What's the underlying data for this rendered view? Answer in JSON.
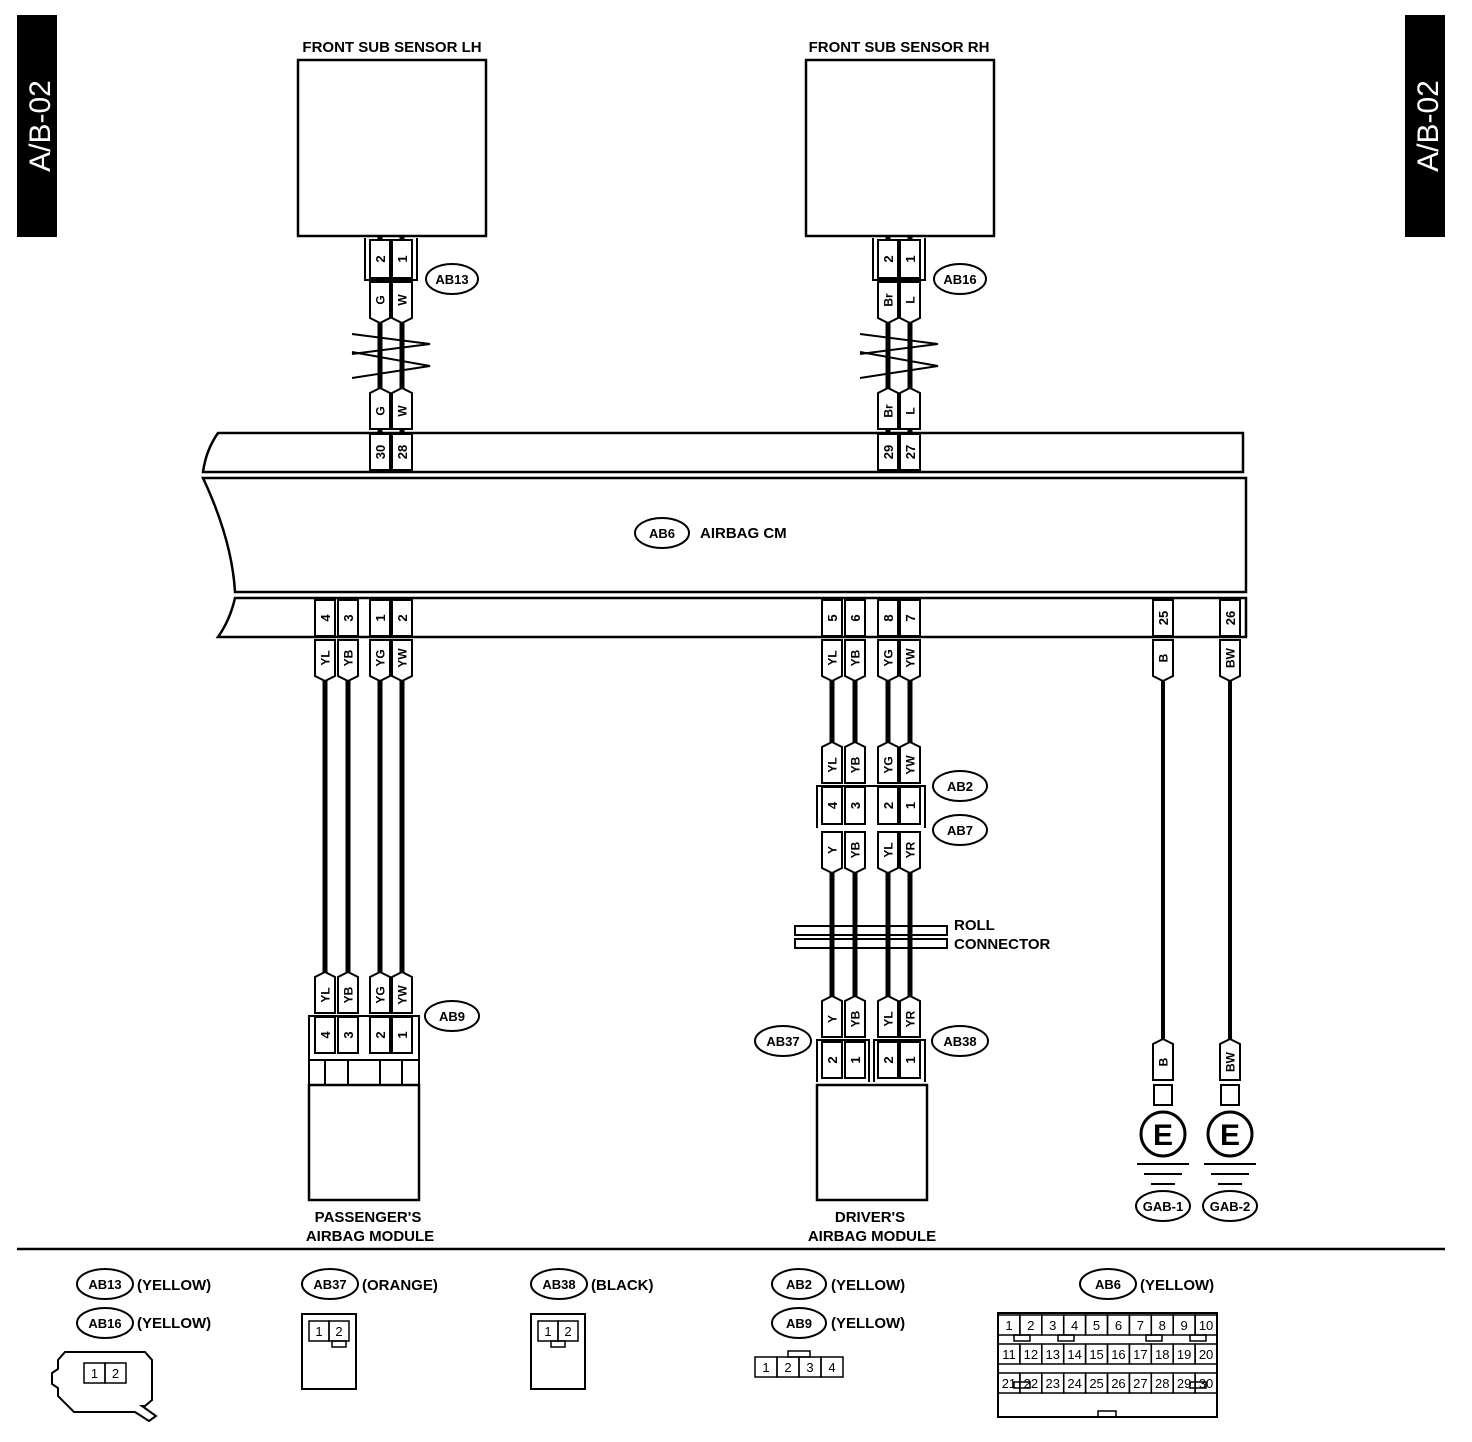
{
  "page_tag": "A/B-02",
  "components": {
    "front_sub_sensor_lh": "FRONT SUB SENSOR LH",
    "front_sub_sensor_rh": "FRONT SUB SENSOR RH",
    "airbag_cm": "AIRBAG CM",
    "passenger_module_1": "PASSENGER'S",
    "passenger_module_2": "AIRBAG MODULE",
    "driver_module_1": "DRIVER'S",
    "driver_module_2": "AIRBAG MODULE",
    "roll_connector_1": "ROLL",
    "roll_connector_2": "CONNECTOR"
  },
  "connectors": {
    "ab13": "AB13",
    "ab16": "AB16",
    "ab6": "AB6",
    "ab2": "AB2",
    "ab7": "AB7",
    "ab9": "AB9",
    "ab37": "AB37",
    "ab38": "AB38",
    "gab1": "GAB-1",
    "gab2": "GAB-2"
  },
  "ground_symbol": "E",
  "lh_sensor": {
    "pins": [
      "2",
      "1"
    ],
    "wires": [
      "G",
      "W"
    ],
    "cm_pins": [
      "30",
      "28"
    ]
  },
  "rh_sensor": {
    "pins": [
      "2",
      "1"
    ],
    "wires": [
      "Br",
      "L"
    ],
    "cm_pins": [
      "29",
      "27"
    ]
  },
  "passenger": {
    "cm_pins": [
      "4",
      "3",
      "1",
      "2"
    ],
    "wires": [
      "YL",
      "YB",
      "YG",
      "YW"
    ],
    "ab9_pins": [
      "4",
      "3",
      "2",
      "1"
    ]
  },
  "driver": {
    "cm_pins": [
      "5",
      "6",
      "8",
      "7"
    ],
    "wires_top": [
      "YL",
      "YB",
      "YG",
      "YW"
    ],
    "ab2_pins": [
      "4",
      "3",
      "2",
      "1"
    ],
    "wires_mid": [
      "Y",
      "YB",
      "YL",
      "YR"
    ],
    "wires_low": [
      "Y",
      "YB",
      "YL",
      "YR"
    ],
    "ab37_pins": [
      "2",
      "1"
    ],
    "ab38_pins": [
      "2",
      "1"
    ]
  },
  "grounds": {
    "cm_pins": [
      "25",
      "26"
    ],
    "wires": [
      "B",
      "BW"
    ]
  },
  "legend": {
    "ab13": "(YELLOW)",
    "ab16": "(YELLOW)",
    "ab37": "(ORANGE)",
    "ab38": "(BLACK)",
    "ab2": "(YELLOW)",
    "ab9": "(YELLOW)",
    "ab6": "(YELLOW)",
    "two_pin": [
      "1",
      "2"
    ],
    "four_pin": [
      "1",
      "2",
      "3",
      "4"
    ],
    "ab6_rows": [
      [
        "1",
        "2",
        "3",
        "4",
        "5",
        "6",
        "7",
        "8",
        "9",
        "10"
      ],
      [
        "11",
        "12",
        "13",
        "14",
        "15",
        "16",
        "17",
        "18",
        "19",
        "20"
      ],
      [
        "21",
        "22",
        "23",
        "24",
        "25",
        "26",
        "27",
        "28",
        "29",
        "30"
      ]
    ]
  }
}
